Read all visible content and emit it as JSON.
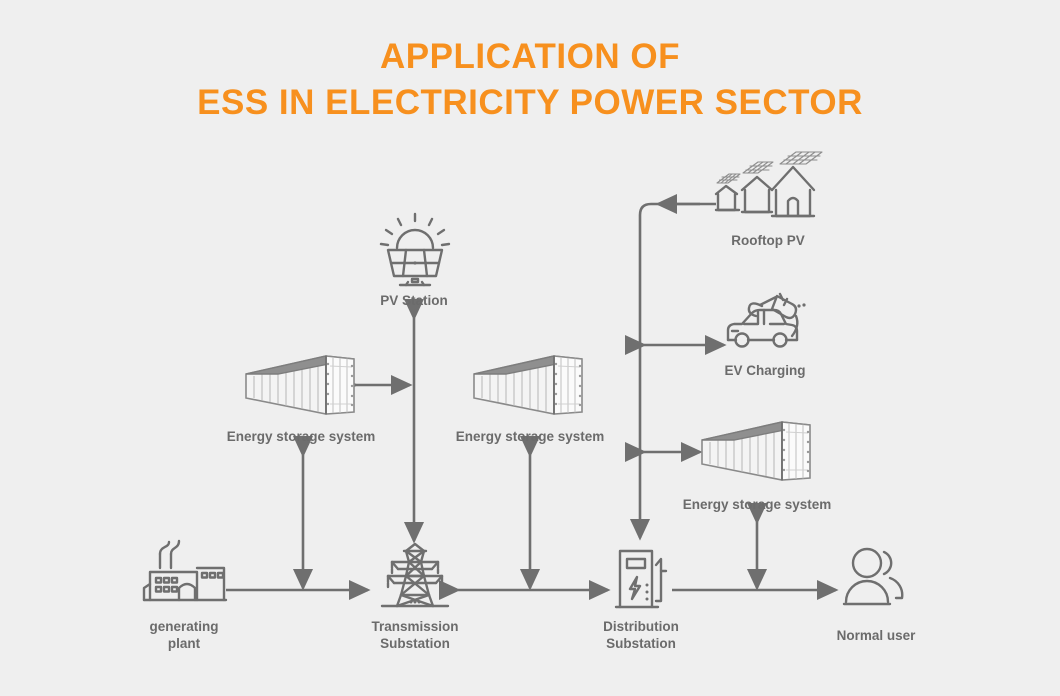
{
  "page": {
    "background_color": "#efefef",
    "accent_color": "#f7901e",
    "line_color": "#6f6f6f",
    "label_color": "#6b6b6b"
  },
  "title": {
    "line1": "APPLICATION OF",
    "line2": "ESS IN ELECTRICITY POWER SECTOR"
  },
  "nodes": {
    "generating_plant": {
      "label": "generating\nplant",
      "icon": "factory-icon"
    },
    "transmission_substation": {
      "label": "Transmission\nSubstation",
      "icon": "transmission-tower-icon"
    },
    "distribution_substation": {
      "label": "Distribution\nSubstation",
      "icon": "substation-cabinet-icon"
    },
    "normal_user": {
      "label": "Normal user",
      "icon": "users-icon"
    },
    "pv_station": {
      "label": "PV Station",
      "icon": "solar-panel-sun-icon"
    },
    "rooftop_pv": {
      "label": "Rooftop PV",
      "icon": "rooftop-solar-houses-icon"
    },
    "ev_charging": {
      "label": "EV Charging",
      "icon": "electric-car-plug-icon"
    },
    "ess_left": {
      "label": "Energy storage system",
      "icon": "container-icon"
    },
    "ess_middle": {
      "label": "Energy storage system",
      "icon": "container-icon"
    },
    "ess_right": {
      "label": "Energy storage system",
      "icon": "container-icon"
    }
  },
  "connections": [
    {
      "name": "plant-to-transmission",
      "from": "generating_plant",
      "to": "transmission_substation",
      "type": "single"
    },
    {
      "name": "transmission-to-distribution",
      "from": "transmission_substation",
      "to": "distribution_substation",
      "type": "double"
    },
    {
      "name": "distribution-to-user",
      "from": "distribution_substation",
      "to": "normal_user",
      "type": "single"
    },
    {
      "name": "pv-station-to-transmission",
      "from": "pv_station",
      "to": "transmission_substation",
      "type": "double"
    },
    {
      "name": "ess-left-to-pv-line",
      "from": "ess_left",
      "to": "pv_station",
      "type": "double"
    },
    {
      "name": "ess-left-to-bus",
      "from": "ess_left",
      "to": "transmission_substation",
      "type": "double"
    },
    {
      "name": "ess-middle-to-bus",
      "from": "ess_middle",
      "to": "transmission_substation",
      "type": "double"
    },
    {
      "name": "rooftop-pv-to-distribution",
      "from": "rooftop_pv",
      "to": "distribution_substation",
      "type": "single"
    },
    {
      "name": "ev-charging-to-riser",
      "from": "distribution_substation",
      "to": "ev_charging",
      "type": "double"
    },
    {
      "name": "ess-right-to-riser",
      "from": "distribution_substation",
      "to": "ess_right",
      "type": "double"
    },
    {
      "name": "ess-right-to-user-bus",
      "from": "ess_right",
      "to": "normal_user",
      "type": "double"
    }
  ]
}
